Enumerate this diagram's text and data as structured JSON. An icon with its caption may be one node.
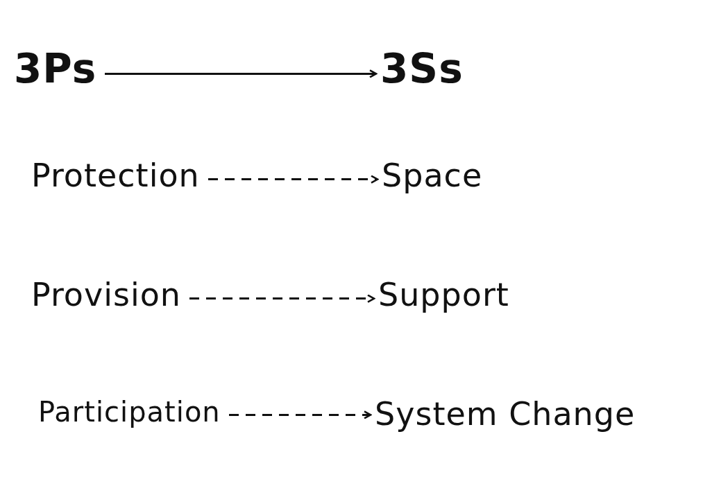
{
  "diagram": {
    "nodes": [
      {
        "text": [
          "3Ps"
        ]
      },
      {
        "text": [
          "3Ss"
        ]
      },
      {
        "text": [
          "Protection"
        ]
      },
      {
        "text": [
          "Space"
        ]
      },
      {
        "text": [
          "Provision"
        ]
      },
      {
        "text": [
          "Support"
        ]
      },
      {
        "text": [
          "Participation"
        ]
      },
      {
        "text": [
          "System Change"
        ]
      }
    ],
    "edges": [
      {
        "from": 0,
        "to": 1,
        "arrow": "to"
      },
      {
        "from": 2,
        "to": 3,
        "arrow": "to",
        "style": "dashed"
      },
      {
        "from": 4,
        "to": 5,
        "arrow": "to",
        "style": "dashed"
      },
      {
        "from": 6,
        "to": 7,
        "arrow": "to",
        "style": "dashed"
      }
    ]
  }
}
